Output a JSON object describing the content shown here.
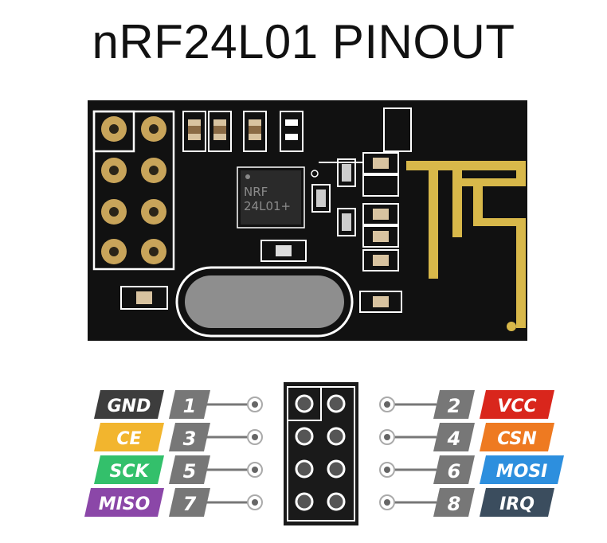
{
  "title": "nRF24L01 PINOUT",
  "chip": {
    "line1": "NRF",
    "line2": "24L01+"
  },
  "pins": [
    {
      "number": "1",
      "name": "GND",
      "color": "#3d3d3d"
    },
    {
      "number": "2",
      "name": "VCC",
      "color": "#d9261c"
    },
    {
      "number": "3",
      "name": "CE",
      "color": "#f2b52e"
    },
    {
      "number": "4",
      "name": "CSN",
      "color": "#ee7a21"
    },
    {
      "number": "5",
      "name": "SCK",
      "color": "#33c06b"
    },
    {
      "number": "6",
      "name": "MOSI",
      "color": "#2d8fde"
    },
    {
      "number": "7",
      "name": "MISO",
      "color": "#8b47a8"
    },
    {
      "number": "8",
      "name": "IRQ",
      "color": "#3b4d5e"
    }
  ],
  "colors": {
    "board": "#111111",
    "antenna": "#d8b84a",
    "pad_gold": "#c8a45a",
    "number_box": "#777777",
    "crystal": "#8e8e8e"
  }
}
